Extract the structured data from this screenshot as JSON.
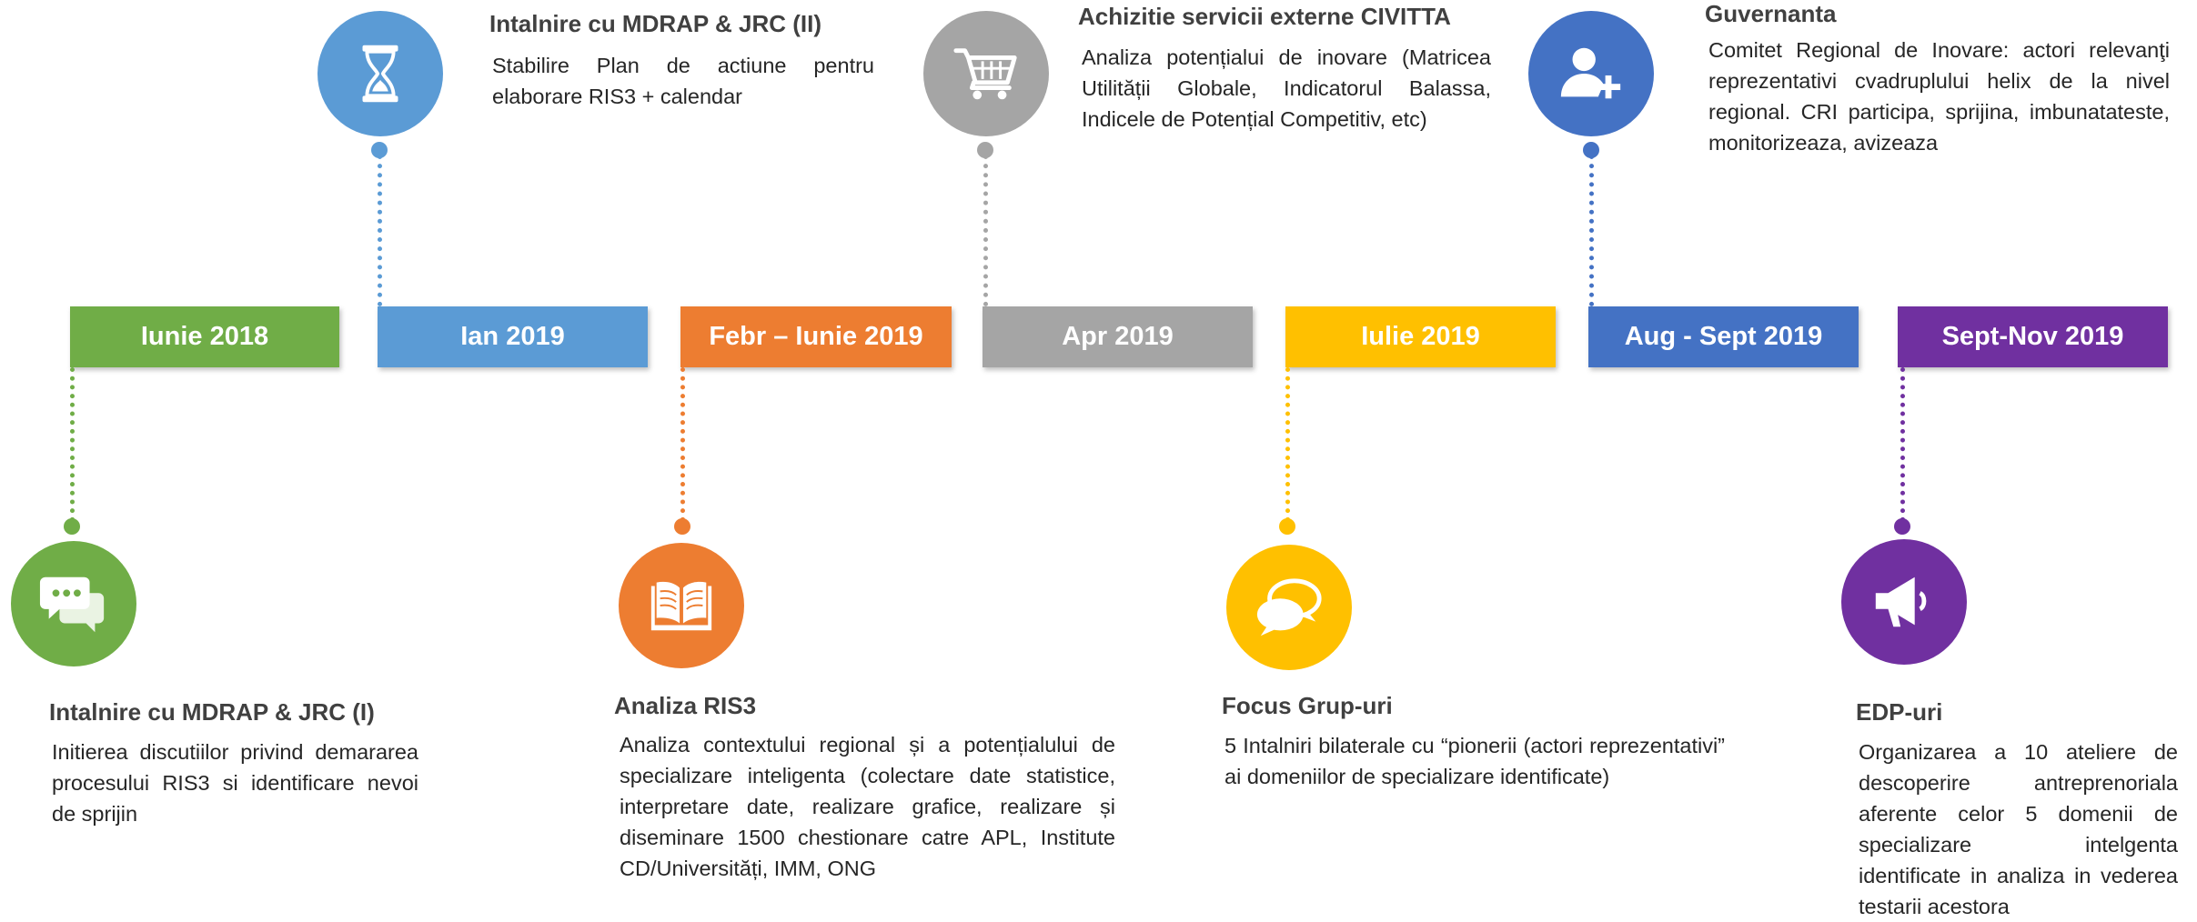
{
  "colors": {
    "green": "#70ad47",
    "blue": "#5b9bd5",
    "orange": "#ed7d31",
    "gray": "#a5a5a5",
    "yellow": "#ffc000",
    "darkblue": "#4472c4",
    "purple": "#7030a0"
  },
  "timeline": [
    {
      "date": "Iunie 2018",
      "title": "Intalnire cu MDRAP & JRC (I)",
      "description": "Initierea discutiilor privind demararea procesului RIS3 si identificare nevoi de sprijin",
      "icon": "chat-bubbles-icon"
    },
    {
      "date": "Ian 2019",
      "title": "Intalnire  cu MDRAP & JRC (II)",
      "description": "Stabilire Plan de actiune pentru elaborare RIS3 + calendar",
      "icon": "hourglass-icon"
    },
    {
      "date": "Febr – Iunie 2019",
      "title": "Analiza RIS3",
      "description": "Analiza contextului regional și a potențialului de specializare inteligenta (colectare date statistice, interpretare date, realizare grafice, realizare și diseminare 1500 chestionare catre APL, Institute CD/Universități, IMM, ONG",
      "icon": "open-book-icon"
    },
    {
      "date": "Apr 2019",
      "title": "Achizitie servicii externe CIVITTA",
      "description": "Analiza potențialui de inovare (Matricea Utilității Globale, Indicatorul Balassa, Indicele de Potențial Competitiv, etc)",
      "icon": "shopping-cart-icon"
    },
    {
      "date": "Iulie 2019",
      "title": "Focus Grup-uri",
      "description": "5 Intalniri bilaterale cu “pionerii (actori reprezentativi” ai domeniilor de specializare identificate)",
      "icon": "speech-bubbles-icon"
    },
    {
      "date": "Aug - Sept 2019",
      "title": "Guvernanta",
      "description": "Comitet Regional de Inovare: actori relevanţi reprezentativi cvadruplului helix de la nivel regional. CRI participa, sprijina, imbunatateste, monitorizeaza, avizeaza",
      "icon": "add-user-icon"
    },
    {
      "date": "Sept-Nov 2019",
      "title": "EDP-uri",
      "description": "Organizarea a 10 ateliere de descoperire antreprenoriala aferente celor 5 domenii de specializare intelgenta identificate in analiza in vederea testarii acestora",
      "icon": "megaphone-icon"
    }
  ]
}
